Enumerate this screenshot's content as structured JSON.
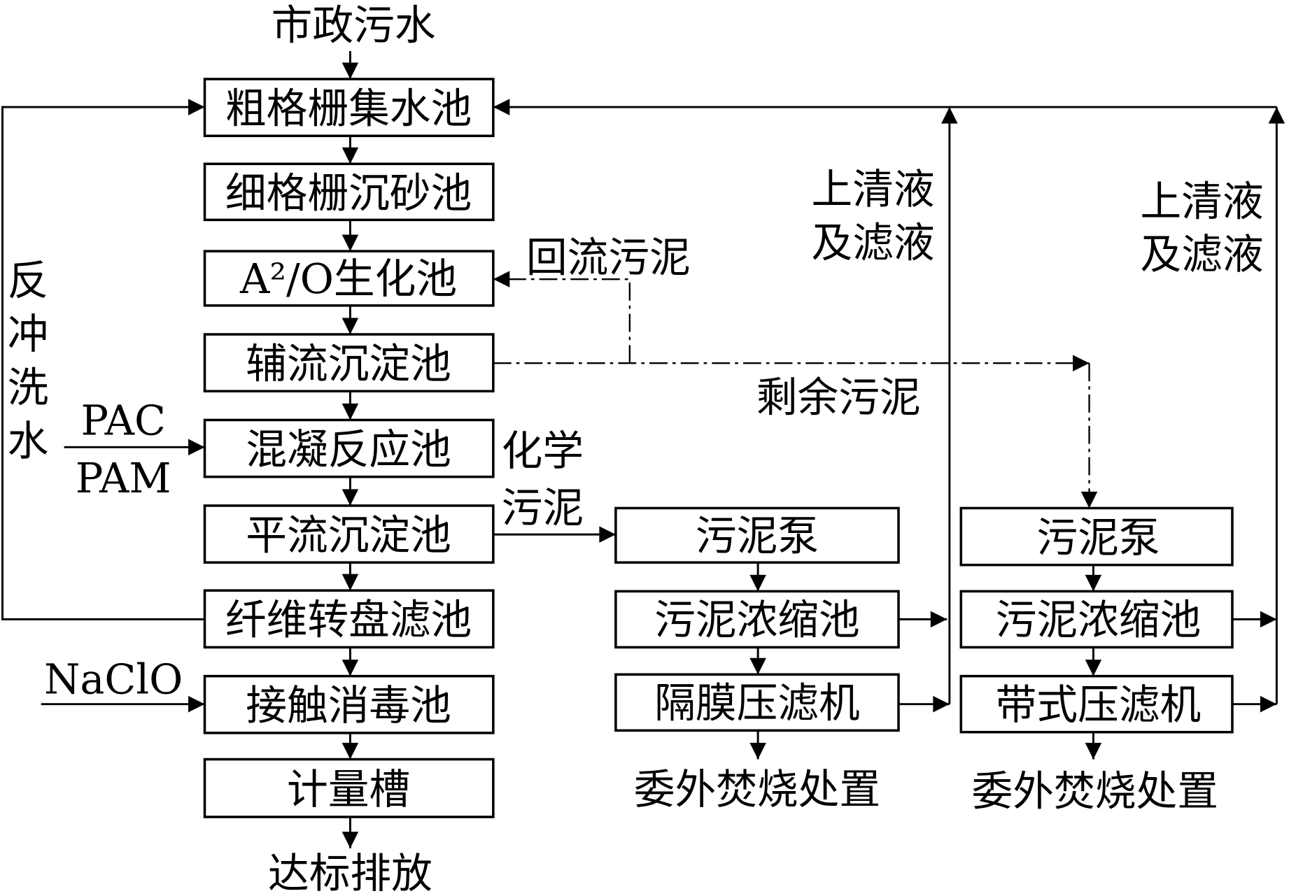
{
  "input": "市政污水",
  "output": "达标排放",
  "main_process": [
    "粗格栅集水池",
    "细格栅沉砂池",
    "A²/O生化池",
    "辅流沉淀池",
    "混凝反应池",
    "平流沉淀池",
    "纤维转盘滤池",
    "接触消毒池",
    "计量槽"
  ],
  "backwash": [
    "反",
    "冲",
    "洗",
    "水"
  ],
  "chemicals": {
    "pac": "PAC",
    "pam": "PAM",
    "naclo": "NaClO"
  },
  "return_sludge": "回流污泥",
  "excess_sludge": "剩余污泥",
  "chemical_sludge": [
    "化学",
    "污泥"
  ],
  "supernatant_left": [
    "上清液",
    "及滤液"
  ],
  "supernatant_right": [
    "上清液",
    "及滤液"
  ],
  "sludge_line_1": [
    "污泥泵",
    "污泥浓缩池",
    "隔膜压滤机"
  ],
  "sludge_line_2": [
    "污泥泵",
    "污泥浓缩池",
    "带式压滤机"
  ],
  "disposal_1": "委外焚烧处置",
  "disposal_2": "委外焚烧处置"
}
